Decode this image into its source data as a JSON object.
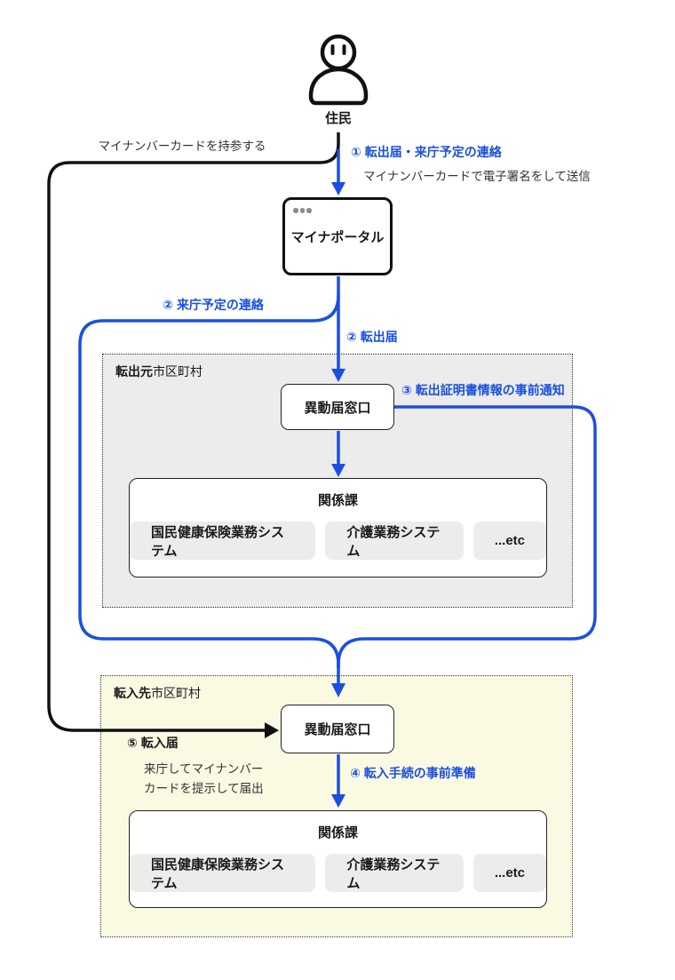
{
  "actor": {
    "label": "住民"
  },
  "portal": {
    "label": "マイナポータル"
  },
  "labels": {
    "bring_card": "マイナンバーカードを持参する",
    "step1": "① 転出届・来庁予定の連絡",
    "step1_sub": "マイナンバーカードで電子署名をして送信",
    "step2_visit": "② 来庁予定の連絡",
    "step2_moveout": "② 転出届",
    "step3": "③ 転出証明書情報の事前通知",
    "step4": "④ 転入手続の事前準備",
    "step5": "⑤ 転入届",
    "step5_sub1": "来庁してマイナンバー",
    "step5_sub2": "カードを提示して届出"
  },
  "source_city": {
    "label_bold": "転出元",
    "label_rest": "市区町村",
    "window": "異動届窓口",
    "dept": {
      "title": "関係課",
      "chips": [
        "国民健康保険業務システム",
        "介護業務システム",
        "...etc"
      ]
    }
  },
  "dest_city": {
    "label_bold": "転入先",
    "label_rest": "市区町村",
    "window": "異動届窓口",
    "dept": {
      "title": "関係課",
      "chips": [
        "国民健康保険業務システム",
        "介護業務システム",
        "...etc"
      ]
    }
  },
  "colors": {
    "accent_blue": "#1a4fe0",
    "source_section_bg": "#ececec",
    "dest_section_bg": "#fafae3",
    "chip_bg": "#ececec"
  }
}
